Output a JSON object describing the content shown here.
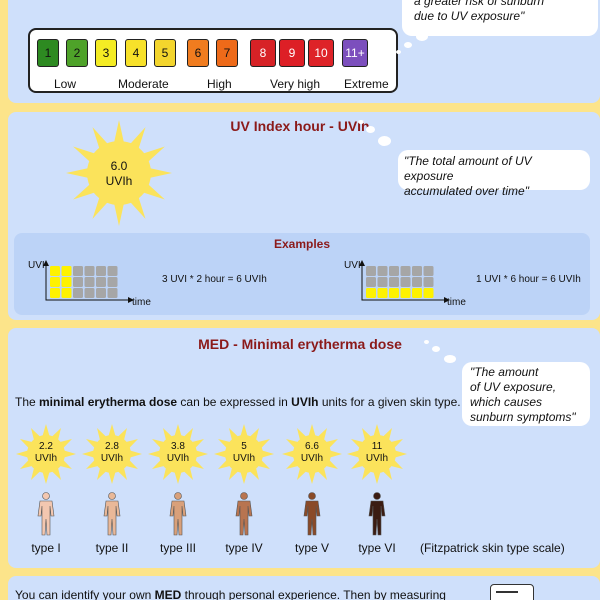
{
  "uv_scale": {
    "chips": [
      {
        "label": "1",
        "color": "#2d8a21"
      },
      {
        "label": "2",
        "color": "#4ea229"
      },
      {
        "label": "3",
        "color": "#f4ec24"
      },
      {
        "label": "4",
        "color": "#f7e12a"
      },
      {
        "label": "5",
        "color": "#f3d52d"
      },
      {
        "label": "6",
        "color": "#f07c1f"
      },
      {
        "label": "7",
        "color": "#ee6a19"
      },
      {
        "label": "8",
        "color": "#d72226"
      },
      {
        "label": "9",
        "color": "#dd1f26"
      },
      {
        "label": "10",
        "color": "#de2328"
      },
      {
        "label": "11+",
        "color": "#7c4fbd"
      }
    ],
    "levels": [
      "Low",
      "Moderate",
      "High",
      "Very high",
      "Extreme"
    ],
    "quote_line1": "a greater risk of sunburn",
    "quote_line2": "due to UV exposure\""
  },
  "uvih": {
    "heading": "UV Index hour - UVIh",
    "sun_value": "6.0",
    "sun_unit": "UVIh",
    "quote_line1": "\"The total amount of UV exposure",
    "quote_line2": "accumulated over time\""
  },
  "examples": {
    "heading": "Examples",
    "axis_y": "UVI",
    "axis_x": "time",
    "left_eq": "3 UVI * 2 hour = 6 UVIh",
    "right_eq": "1 UVI * 6 hour = 6 UVIh"
  },
  "med": {
    "heading": "MED - Minimal erytherma dose",
    "quote_line1": "\"The amount",
    "quote_line2": "of UV exposure,",
    "quote_line3": "which causes",
    "quote_line4": "sunburn symptoms\"",
    "desc_pre": "The ",
    "desc_bold1": "minimal erytherma dose",
    "desc_mid": " can be expressed in ",
    "desc_bold2": "UVIh",
    "desc_post": " units for a given skin type.",
    "unit": "UVIh",
    "types": [
      {
        "value": "2.2",
        "label": "type I",
        "skin": "#f3c7b0"
      },
      {
        "value": "2.8",
        "label": "type II",
        "skin": "#e9b898"
      },
      {
        "value": "3.8",
        "label": "type III",
        "skin": "#d9a07a"
      },
      {
        "value": "5",
        "label": "type IV",
        "skin": "#b87450"
      },
      {
        "value": "6.6",
        "label": "type V",
        "skin": "#8a4a28"
      },
      {
        "value": "11",
        "label": "type VI",
        "skin": "#3b1c12"
      }
    ],
    "scale_note": "(Fitzpatrick skin type scale)"
  },
  "bottom": {
    "pre": "You can identify your own ",
    "bold": "MED",
    "post": " through personal experience. Then by measuring"
  },
  "colors": {
    "sun": "#fbe35b",
    "heading": "#8b1a1a",
    "filled_cell": "#fef200",
    "empty_cell": "#a6a6a6"
  }
}
